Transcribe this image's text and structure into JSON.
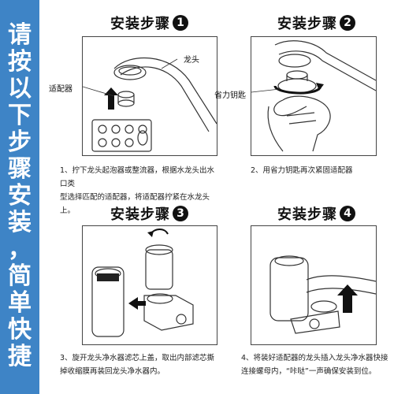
{
  "banner": {
    "chars": [
      "请",
      "按",
      "以",
      "下",
      "步",
      "骤",
      "安",
      "装",
      "，",
      "简",
      "单",
      "快",
      "捷"
    ]
  },
  "steps": [
    {
      "title": "安装步骤",
      "number": "1",
      "callouts": {
        "faucet": "龙头",
        "adapter": "适配器"
      },
      "description": [
        "1、拧下龙头起泡器或整流器，根据水龙头出水口类",
        "型选择匹配的适配器，将适配器拧紧在水龙头上。"
      ]
    },
    {
      "title": "安装步骤",
      "number": "2",
      "callouts": {
        "wrench": "省力钥匙"
      },
      "description": [
        "2、用省力钥匙再次紧固适配器"
      ]
    },
    {
      "title": "安装步骤",
      "number": "3",
      "callouts": {},
      "description": [
        "3、旋开龙头净水器滤芯上盖，取出内部滤芯撕",
        "掉收缩膜再装回龙头净水器内。"
      ]
    },
    {
      "title": "安装步骤",
      "number": "4",
      "callouts": {},
      "description": [
        "4、将装好适配器的龙头插入龙头净水器快接",
        "连接螺母内，“咔哒”一声确保安装到位。"
      ]
    }
  ],
  "colors": {
    "banner": "#3e84c6",
    "line": "#333333"
  }
}
